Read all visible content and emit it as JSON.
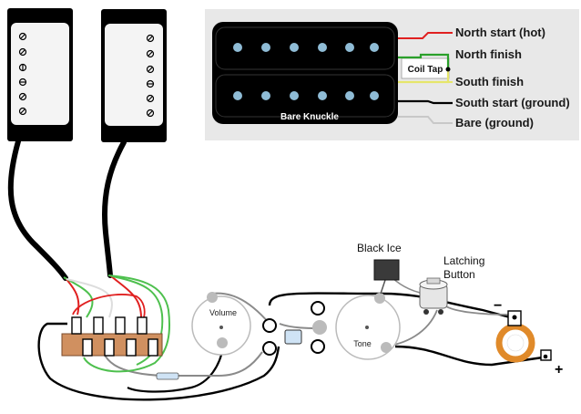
{
  "legend": {
    "brand": "Bare Knuckle",
    "coil_tap": "Coil Tap",
    "wires": [
      {
        "label": "North start (hot)",
        "color": "#e02020"
      },
      {
        "label": "North finish",
        "color": "#2aa02a"
      },
      {
        "label": "South finish",
        "color": "#d8d84a"
      },
      {
        "label": "South start (ground)",
        "color": "#000000"
      },
      {
        "label": "Bare (ground)",
        "color": "#c8c8c8"
      }
    ]
  },
  "components": {
    "volume_label": "Volume",
    "tone_label": "Tone",
    "capacitor_label": "Black Ice",
    "latching_button_label": "Latching Button"
  },
  "jack": {
    "minus": "−",
    "plus": "+"
  },
  "colors": {
    "pickup_cover": "#000000",
    "pickup_face": "#f4f4f4",
    "legend_panel": "#e8e8e8",
    "pole_piece": "#8fbcd6",
    "jack_ring": "#e08a2a",
    "switch_terminal": "#d09060"
  }
}
